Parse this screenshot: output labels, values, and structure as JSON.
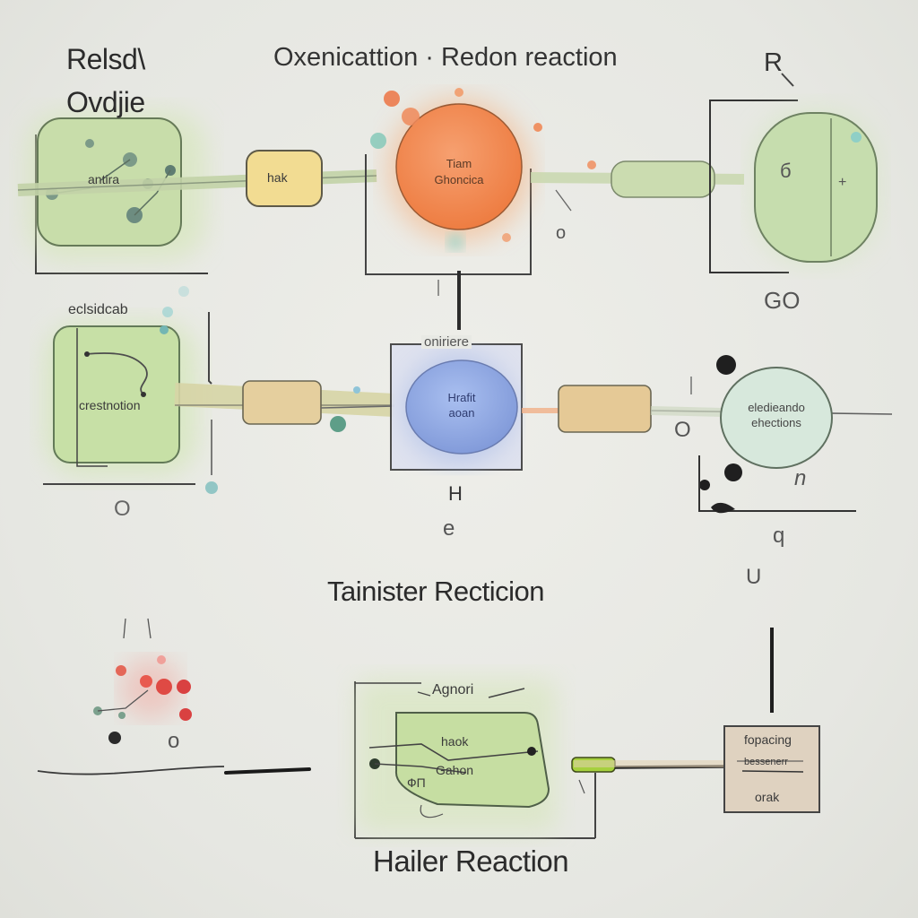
{
  "title": {
    "left_line1": "Relsd\\",
    "left_line2": "Ovdjie",
    "center": "Oxenicattion · Redon reaction",
    "right": "R"
  },
  "row1": {
    "box_left": "antira",
    "box_yellow": "hak",
    "circle_orange_line1": "Tiam",
    "circle_orange_line2": "Ghoncica",
    "mark_below_orange": "o",
    "circle_right_mark": "б",
    "right_plus": "+",
    "right_label": "GO"
  },
  "row2": {
    "left_heading": "eclsidcab",
    "box_left": "crestnotion",
    "center_heading": "oniriere",
    "circle_blue_line1": "Hrafit",
    "circle_blue_line2": "aoan",
    "circle_right_line1": "eledieando",
    "circle_right_line2": "ehections",
    "mark_left_of_circle": "O",
    "glyph_left": "O",
    "glyph_center_1": "H",
    "glyph_center_2": "e",
    "glyph_right_1": "n",
    "glyph_right_2": "q",
    "glyph_right_3": "U"
  },
  "middle_title": "Tainister Recticion",
  "row3": {
    "box_center_heading": "Agnori",
    "box_center_line1": "haok",
    "box_center_line2": "Gahon",
    "box_center_mark": "ФП",
    "box_right_line1": "fopacing",
    "box_right_line2": "bessenerr",
    "box_right_line3": "orak",
    "small_mark": "o"
  },
  "bottom_title": "Hailer Reaction",
  "colors": {
    "green_fill": "#c9dcae",
    "green_stroke": "#6c7d5c",
    "orange": "#f08a4e",
    "blue": "#8fa8e0",
    "mint": "#d6e6d6",
    "tan": "#e3c99c",
    "yellow": "#f2dc92"
  }
}
